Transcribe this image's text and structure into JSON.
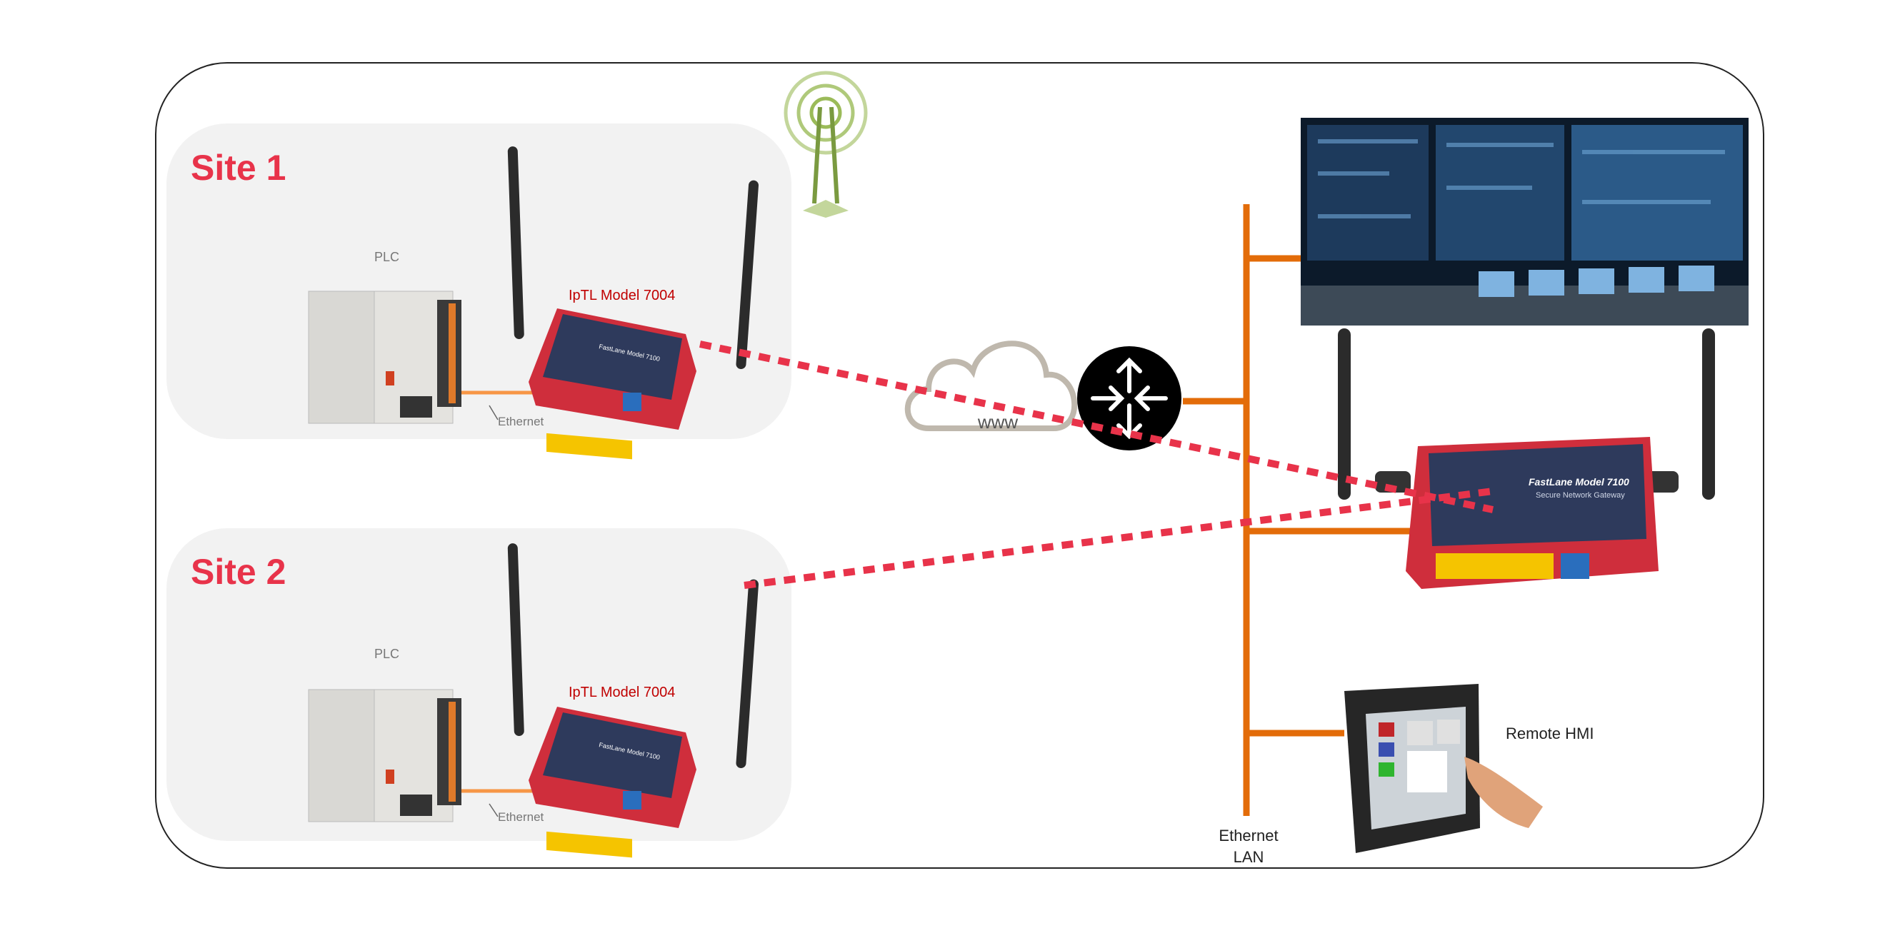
{
  "sites": [
    {
      "title": "Site 1",
      "plc_label": "PLC",
      "gateway_label": "IpTL Model 7004",
      "link_label": "Ethernet",
      "device_brand": "FastLane Model 7100"
    },
    {
      "title": "Site 2",
      "plc_label": "PLC",
      "gateway_label": "IpTL Model 7004",
      "link_label": "Ethernet",
      "device_brand": "FastLane Model 7100"
    }
  ],
  "cloud": {
    "label": "www"
  },
  "central": {
    "gateway_brand": "FastLane Model 7100",
    "gateway_subtitle": "Secure Network Gateway",
    "lan_label_line1": "Ethernet",
    "lan_label_line2": "LAN",
    "hmi_label": "Remote HMI"
  },
  "colors": {
    "site_title": "#e8334a",
    "gateway_label": "#c00000",
    "lan": "#e36c09",
    "tunnel": "#e8334a",
    "site_bg": "#f2f2f2"
  },
  "icons": [
    "cell-tower-icon",
    "cloud-icon",
    "router-icon"
  ]
}
